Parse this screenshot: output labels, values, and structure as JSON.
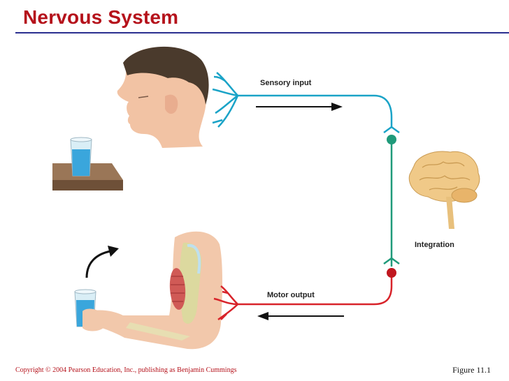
{
  "slide": {
    "title": "Nervous System",
    "copyright": "Copyright © 2004 Pearson Education, Inc., publishing as Benjamin Cummings",
    "figure": "Figure 11.1"
  },
  "labels": {
    "sensory": "Sensory input",
    "integration": "Integration",
    "motor": "Motor output"
  },
  "colors": {
    "title": "#b5121b",
    "rule": "#2a2f8f",
    "sensory_nerve": "#1aa3c7",
    "integration_nerve": "#1f9a7a",
    "motor_nerve": "#d8232a",
    "arrow": "#111111"
  }
}
